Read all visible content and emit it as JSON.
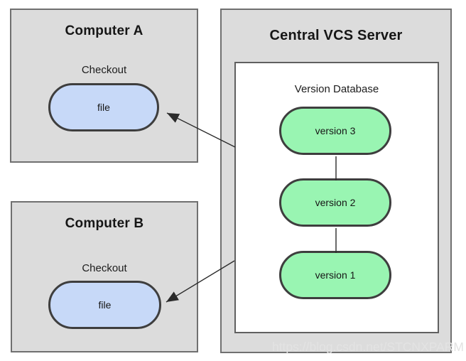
{
  "computer_a": {
    "title": "Computer A",
    "action_label": "Checkout",
    "node_label": "file"
  },
  "computer_b": {
    "title": "Computer B",
    "action_label": "Checkout",
    "node_label": "file"
  },
  "server": {
    "title": "Central VCS Server",
    "database_title": "Version Database",
    "versions": [
      "version 3",
      "version 2",
      "version 1"
    ]
  },
  "watermark": "https://blog.csdn.net/STCNXPARM",
  "colors": {
    "box_fill": "#dcdcdc",
    "box_border": "#707070",
    "inner_border": "#606060",
    "node_border": "#3e3e3e",
    "file_fill": "#c7d9f8",
    "version_fill": "#99f5b2",
    "arrow_color": "#2b2b2b",
    "watermark_color": "#e3e3e3"
  }
}
